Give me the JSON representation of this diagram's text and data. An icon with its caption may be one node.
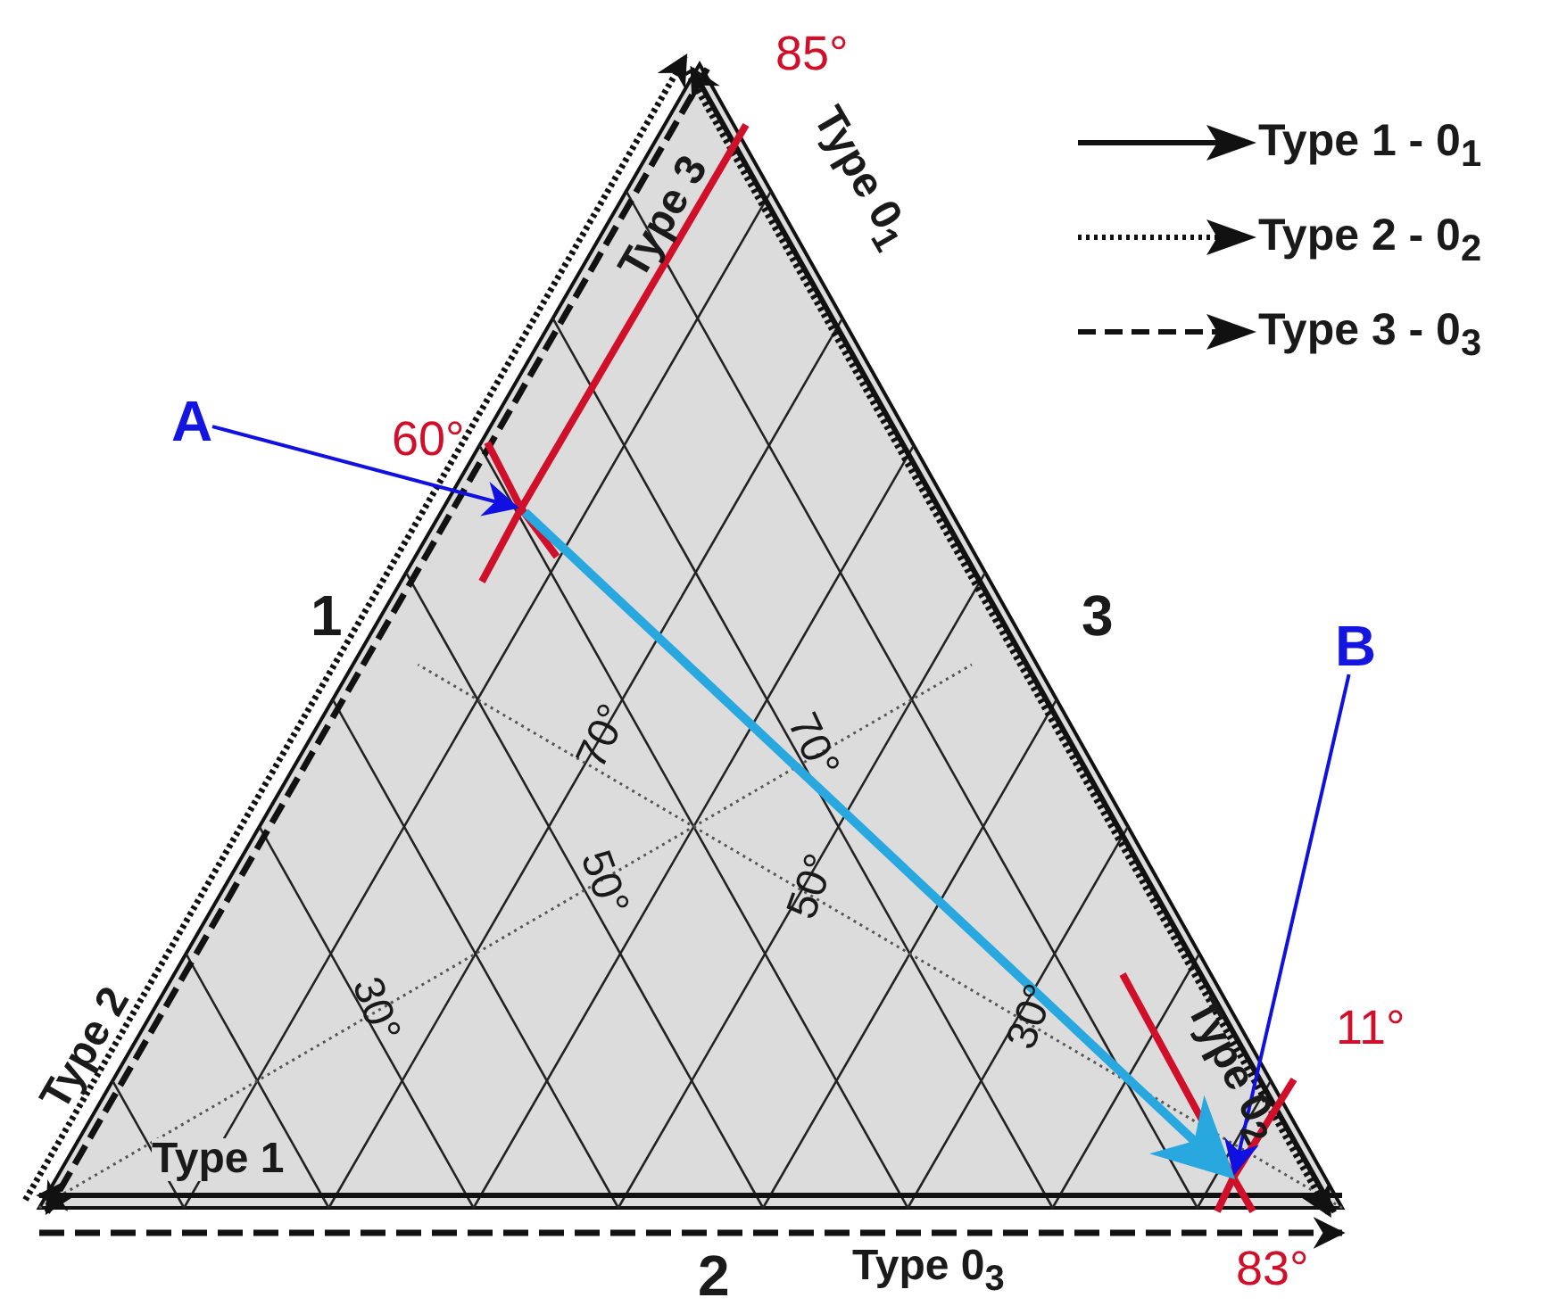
{
  "diagram": {
    "nodes": [
      {
        "text": [
          "A"
        ]
      },
      {
        "text": [],
        "shape": "cross",
        "beside": [
          "60°"
        ]
      },
      {
        "text": [
          "B"
        ]
      },
      {
        "text": [],
        "shape": "cross",
        "beside": [
          "11°",
          "83°"
        ]
      }
    ],
    "edges": [
      {
        "from": 0,
        "to": 1,
        "arrow": "to"
      },
      {
        "from": 2,
        "to": 3,
        "arrow": "to"
      },
      {
        "from": 1,
        "to": 3,
        "arrow": "to",
        "style": "thick",
        "color": "#29a8e0"
      }
    ],
    "labels": [
      "85°",
      "Type 3",
      "Type 0$_{1}$",
      "1",
      "3",
      "70°",
      "70°",
      "50°",
      "50°",
      "30°",
      "30°",
      "Type 2",
      "Type 1",
      "Type 0$_{2}$",
      "2",
      "Type 0$_{3}$"
    ],
    "legend": [
      {
        "text": "Type 1 - 0$_{1}$"
      },
      {
        "text": "Type 2 - 0$_{2}$"
      },
      {
        "text": "Type 3 - 0$_{3}$"
      }
    ]
  }
}
